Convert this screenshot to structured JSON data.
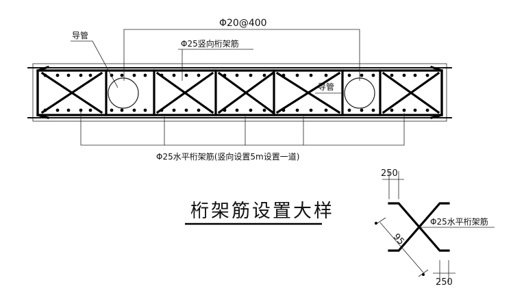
{
  "labels": {
    "spacing_top": "Φ20@400",
    "guide_pipe_left": "导管",
    "vertical_truss": "Φ25竖向桁架筋",
    "guide_pipe_right": "导管",
    "horizontal_truss_note": "Φ25水平桁架筋(竖向设置5m设置一道)",
    "title": "桁架筋设置大样",
    "detail_dim_top": "250",
    "detail_label": "Φ25水平桁架筋",
    "detail_dim_diag": "95",
    "detail_dim_bottom": "250"
  },
  "colors": {
    "line": "#111111",
    "background": "#ffffff"
  }
}
